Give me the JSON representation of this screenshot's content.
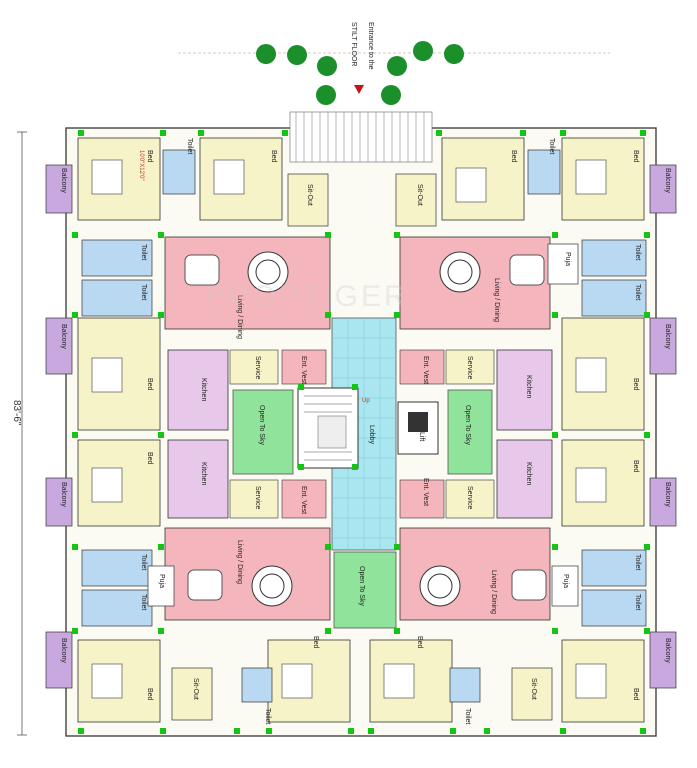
{
  "header": {
    "entrance_label": "Entrance to the",
    "stilt_label": "STILT FLOOR"
  },
  "dimension": {
    "height": "83'-6\""
  },
  "watermark": "PROPTIGER",
  "colors": {
    "bed": "#f7f3c8",
    "balcony": "#c9a8e0",
    "toilet": "#b9d9f2",
    "living": "#f5b5bd",
    "kitchen": "#e8c8ea",
    "open_to_sky": "#8fe39a",
    "lobby": "#a9e6ef",
    "wall": "#2a2a2a",
    "column": "#15c415",
    "tree": "#1a8f2a"
  },
  "labels": {
    "bed": "Bed",
    "bed_dim": "10'0\"X12'0\"",
    "toilet": "Toilet",
    "balcony": "Balcony",
    "sitout": "Sit-Out",
    "puja": "Puja",
    "living": "Living / Dining",
    "kitchen": "Kitchen",
    "service": "Service",
    "ent_vest": "Ent. Vest",
    "open_to_sky": "Open To Sky",
    "lobby": "Lobby",
    "lift": "Lift",
    "up": "Up"
  }
}
